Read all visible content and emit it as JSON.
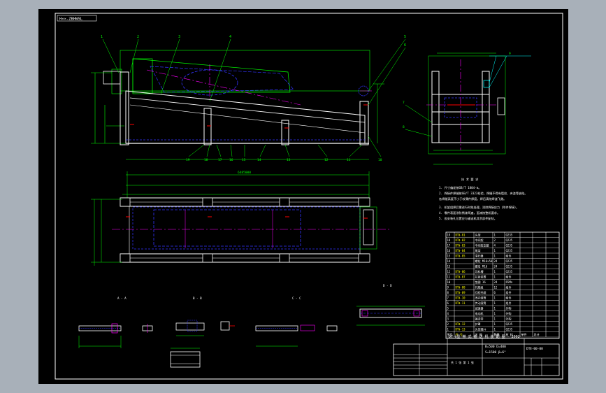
{
  "colors": {
    "viewport_bg": "#a8b0b9",
    "sheet": "#000000",
    "frame": "#ffffff",
    "structure": "#ffffff",
    "dimension": "#00ff00",
    "centerline": "#ff00ff",
    "hidden": "#3333ff",
    "leader": "#00ffff",
    "section_mark": "#ff0000",
    "tag_text": "#ffff00"
  },
  "drawing": {
    "corner_tag": "H××-ZBHWSL",
    "dim_overall": "6485000",
    "section_labels": [
      "A - A",
      "B - B",
      "C - C",
      "D - D"
    ],
    "balloons_top": [
      "1",
      "2",
      "3",
      "4",
      "5",
      "6"
    ],
    "balloons_bottom": [
      "19",
      "18",
      "17",
      "16",
      "15",
      "14",
      "13",
      "12",
      "11",
      "10"
    ],
    "balloons_right": [
      "7",
      "8",
      "9"
    ],
    "tech_requirements_title": "技 术 要 求",
    "tech_requirements": [
      "1. 尺寸偏差按GB/T 1804-m。",
      "2. 焊接件焊缝按GB/T 3323检验，焊缝不得有裂纹、夹渣等缺陷。",
      "   各焊缝高度不小于较薄件厚度，焊后清除焊渣飞溅。",
      "3. 机架组焊后需进行时效处理，消除焊接应力（附件焊接）。",
      "4. 零件表面涂防锈漆两遍，面漆按整机要求。",
      "5. 各安装孔位置应与输送机其余部件配钻。"
    ]
  },
  "parts_table": {
    "rows": [
      [
        "19",
        "DTⅡ-01",
        "头架",
        "1",
        "Q235",
        "",
        ""
      ],
      [
        "18",
        "DTⅡ-02",
        "中间架",
        "2",
        "Q235",
        "",
        ""
      ],
      [
        "17",
        "DTⅡ-03",
        "中间架支腿",
        "4",
        "Q235",
        "",
        ""
      ],
      [
        "16",
        "DTⅡ-04",
        "尾架",
        "1",
        "Q235",
        "",
        ""
      ],
      [
        "15",
        "DTⅡ-05",
        "清扫器",
        "1",
        "组件",
        "",
        ""
      ],
      [
        "14",
        "",
        "螺栓 M16×50",
        "24",
        "Q235",
        "",
        ""
      ],
      [
        "13",
        "",
        "螺母 M16",
        "24",
        "Q235",
        "",
        ""
      ],
      [
        "12",
        "DTⅡ-06",
        "导料槽",
        "1",
        "Q235",
        "",
        ""
      ],
      [
        "11",
        "DTⅡ-07",
        "拉紧装置",
        "1",
        "组件",
        "",
        ""
      ],
      [
        "10",
        "",
        "垫圈 16",
        "24",
        "65Mn",
        "",
        ""
      ],
      [
        "9",
        "DTⅡ-08",
        "托辊组",
        "12",
        "组件",
        "",
        ""
      ],
      [
        "8",
        "DTⅡ-09",
        "回程托辊",
        "6",
        "组件",
        "",
        ""
      ],
      [
        "7",
        "DTⅡ-10",
        "改向滚筒",
        "1",
        "组件",
        "",
        ""
      ],
      [
        "6",
        "DTⅡ-11",
        "传动滚筒",
        "1",
        "组件",
        "",
        ""
      ],
      [
        "5",
        "",
        "减速器",
        "1",
        "外购",
        "",
        ""
      ],
      [
        "4",
        "",
        "电动机",
        "1",
        "外购",
        "",
        ""
      ],
      [
        "3",
        "",
        "输送带",
        "1",
        "外购",
        "",
        ""
      ],
      [
        "2",
        "DTⅡ-12",
        "护罩",
        "1",
        "Q235",
        "",
        ""
      ],
      [
        "1",
        "DTⅡ-13",
        "头部漏斗",
        "1",
        "Q235",
        "",
        ""
      ]
    ],
    "header": [
      "序号",
      "代 号",
      "名 称",
      "数量",
      "材 料",
      "单件",
      "总计"
    ]
  },
  "title_block": {
    "title": "DT Ⅱ型  带 式 输 送 机 装 配 图 - 2002",
    "spec_line1": "B=500  D=400",
    "spec_line2": "S=1500  β=6°",
    "drawing_no": "DTⅡ-00-00",
    "sheet_note": "共 1 张  第 1 张"
  }
}
